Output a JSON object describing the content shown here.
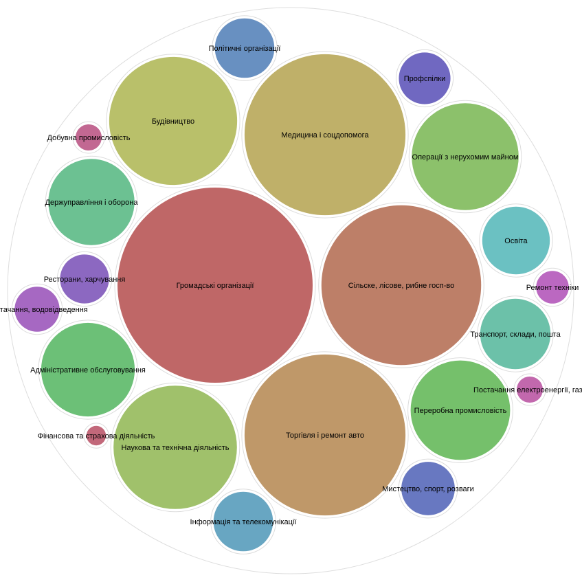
{
  "chart_data": {
    "type": "bubble",
    "title": "",
    "values_are_relative_bubble_areas": true,
    "items": [
      {
        "label": "Громадські організації",
        "value": 100,
        "color": "#bf6767"
      },
      {
        "label": "Сільске, лісове, рибне госп-во",
        "value": 67,
        "color": "#bd7f68"
      },
      {
        "label": "Торгівля і ремонт авто",
        "value": 68,
        "color": "#bf9869"
      },
      {
        "label": "Медицина і соцдопомога",
        "value": 68,
        "color": "#bfb069"
      },
      {
        "label": "Будівництво",
        "value": 43,
        "color": "#b9c06a"
      },
      {
        "label": "Наукова та технічна діяльність",
        "value": 40,
        "color": "#a0c16b"
      },
      {
        "label": "Операції з нерухомим майном",
        "value": 30,
        "color": "#8cc16b"
      },
      {
        "label": "Переробна промисловість",
        "value": 26,
        "color": "#75c06b"
      },
      {
        "label": "Адміністративне обслуговування",
        "value": 23,
        "color": "#6cc077"
      },
      {
        "label": "Держуправління і оборона",
        "value": 19.5,
        "color": "#6cc192"
      },
      {
        "label": "Транспорт, склади, пошта",
        "value": 13,
        "color": "#6cc1a9"
      },
      {
        "label": "Освіта",
        "value": 12,
        "color": "#6bc1c2"
      },
      {
        "label": "Інформація та телекомунікації",
        "value": 9.3,
        "color": "#68a6c2"
      },
      {
        "label": "Політичні організації",
        "value": 9.3,
        "color": "#6890c1"
      },
      {
        "label": "Мистецтво, спорт, розваги",
        "value": 7.5,
        "color": "#6878c1"
      },
      {
        "label": "Профспілки",
        "value": 7.0,
        "color": "#7068c1"
      },
      {
        "label": "Ресторани, харчування",
        "value": 6.3,
        "color": "#8c68c1"
      },
      {
        "label": "Постачання, водовідведення",
        "value": 5.3,
        "color": "#a668c2"
      },
      {
        "label": "Ремонт техніки",
        "value": 2.8,
        "color": "#bb68c1"
      },
      {
        "label": "Постачання електроенергії, газу",
        "value": 1.8,
        "color": "#c268ad"
      },
      {
        "label": "Добувна промисловість",
        "value": 1.8,
        "color": "#c26892"
      },
      {
        "label": "Фінансова та страхова діяльність",
        "value": 1.0,
        "color": "#c2687a"
      }
    ]
  }
}
